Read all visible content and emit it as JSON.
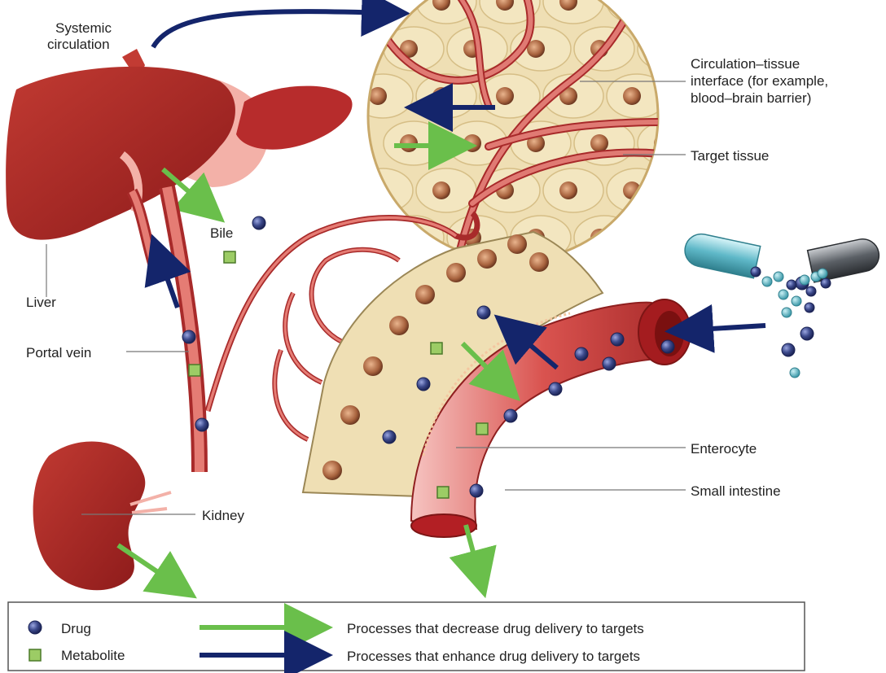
{
  "labels": {
    "systemic_1": "Systemic",
    "systemic_2": "circulation",
    "interface_1": "Circulation–tissue",
    "interface_2": "interface (for example,",
    "interface_3": "blood–brain barrier)",
    "target_tissue": "Target tissue",
    "bile": "Bile",
    "liver": "Liver",
    "portal_vein": "Portal vein",
    "enterocyte": "Enterocyte",
    "small_intestine": "Small intestine",
    "kidney": "Kidney"
  },
  "legend": {
    "drug": "Drug",
    "metabolite": "Metabolite",
    "decrease": "Processes that decrease drug delivery to targets",
    "enhance": "Processes that enhance drug delivery to targets"
  },
  "colors": {
    "organ_red": "#b3282a",
    "vessel_red": "#d9534f",
    "tissue_beige": "#efdfb4",
    "drug_navy": "#3d4a8c",
    "metabolite_green": "#9ccc65",
    "arrow_green": "#6abf4b",
    "arrow_navy": "#14256b",
    "capsule_teal": "#5fb8c8",
    "capsule_grey": "#5b6066"
  },
  "icons": {
    "drug": "drug-dot-icon",
    "metabolite": "metabolite-square-icon"
  }
}
